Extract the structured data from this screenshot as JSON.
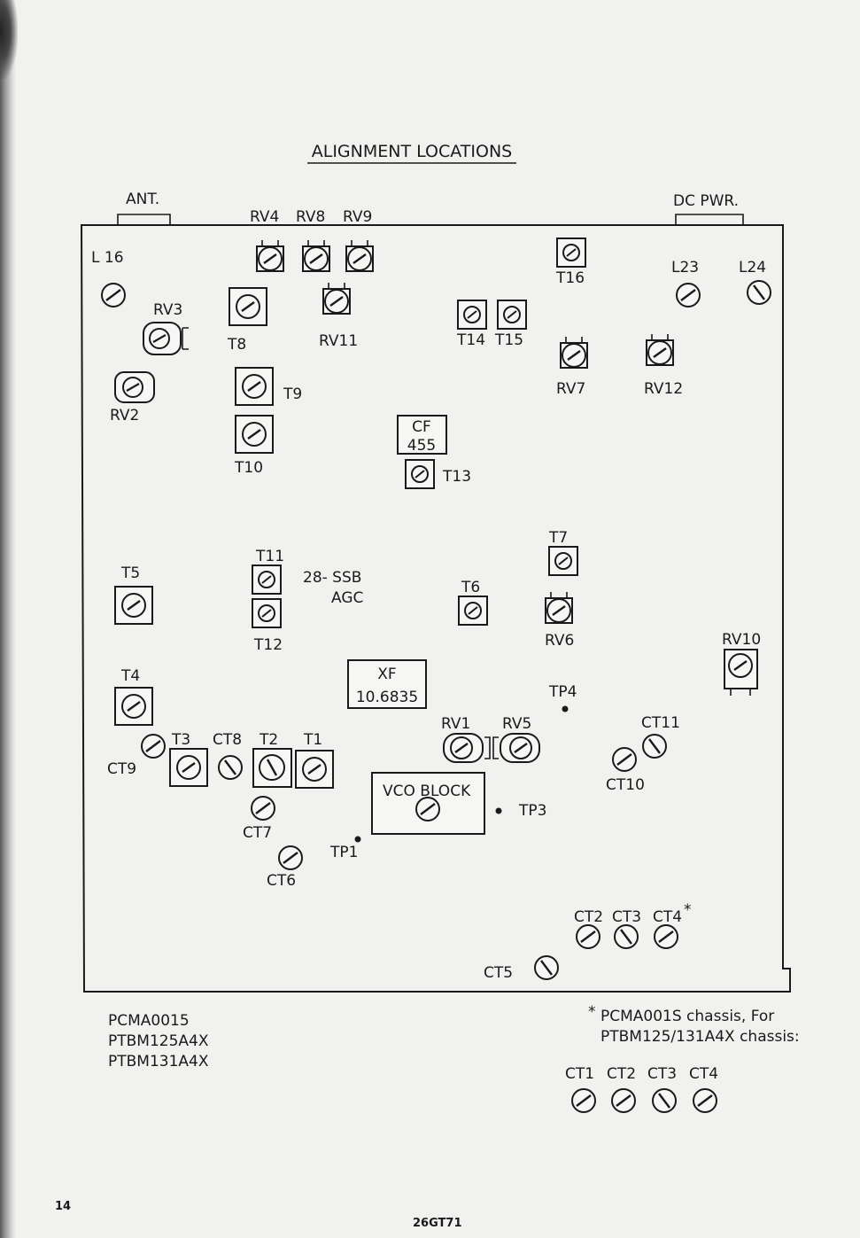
{
  "diagram": {
    "title": "ALIGNMENT LOCATIONS",
    "connectors": {
      "ant": "ANT.",
      "dc_pwr": "DC PWR."
    },
    "blocks": {
      "cf": [
        "CF",
        "455"
      ],
      "xf": [
        "XF",
        "10.6835"
      ],
      "vco": "VCO BLOCK"
    },
    "notes": {
      "ssb": "28- SSB",
      "agc": "AGC"
    },
    "labels": {
      "L16": "L 16",
      "L23": "L23",
      "L24": "L24",
      "RV2": "RV2",
      "RV3": "RV3",
      "RV4": "RV4",
      "RV8": "RV8",
      "RV9": "RV9",
      "RV11": "RV11",
      "RV7": "RV7",
      "RV12": "RV12",
      "RV6": "RV6",
      "RV10": "RV10",
      "RV1": "RV1",
      "RV5": "RV5",
      "T1": "T1",
      "T2": "T2",
      "T3": "T3",
      "T4": "T4",
      "T5": "T5",
      "T6": "T6",
      "T7": "T7",
      "T8": "T8",
      "T9": "T9",
      "T10": "T10",
      "T11": "T11",
      "T12": "T12",
      "T13": "T13",
      "T14": "T14",
      "T15": "T15",
      "T16": "T16",
      "CT2": "CT2",
      "CT3": "CT3",
      "CT4": "CT4",
      "CT5": "CT5",
      "CT6": "CT6",
      "CT7": "CT7",
      "CT8": "CT8",
      "CT9": "CT9",
      "CT10": "CT10",
      "CT11": "CT11",
      "TP1": "TP1",
      "TP3": "TP3",
      "TP4": "TP4"
    }
  },
  "models": [
    "PCMA0015",
    "PTBM125A4X",
    "PTBM131A4X"
  ],
  "footnote": {
    "asterisk": "*",
    "line1": "PCMA001S chassis, For",
    "line2": "PTBM125/131A4X chassis:",
    "trimmers": [
      "CT1",
      "CT2",
      "CT3",
      "CT4"
    ]
  },
  "page": {
    "number": "14",
    "code": "26GT71"
  }
}
